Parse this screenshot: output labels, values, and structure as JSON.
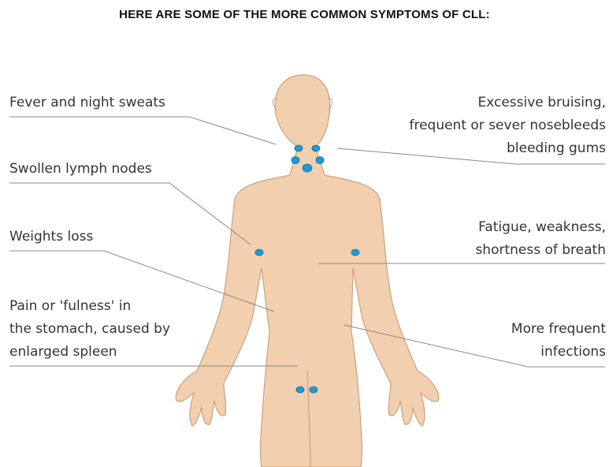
{
  "title": "HERE ARE SOME OF THE MORE COMMON SYMPTOMS OF CLL:",
  "colors": {
    "skin": "#f2cfae",
    "skin_outline": "#caa07c",
    "node": "#1f9ad6",
    "line": "#888888"
  },
  "symptoms": {
    "fever": [
      "Fever and night sweats"
    ],
    "lymph": [
      "Swollen lymph nodes"
    ],
    "weight": [
      "Weights loss"
    ],
    "stomach": [
      "Pain or 'fulness' in",
      "the stomach, caused by",
      "enlarged spleen"
    ],
    "bruising": [
      "Excessive bruising,",
      "frequent or sever nosebleeds",
      "bleeding gums"
    ],
    "fatigue": [
      "Fatigue, weakness,",
      "shortness of breath"
    ],
    "infections": [
      "More frequent",
      "infections"
    ]
  }
}
